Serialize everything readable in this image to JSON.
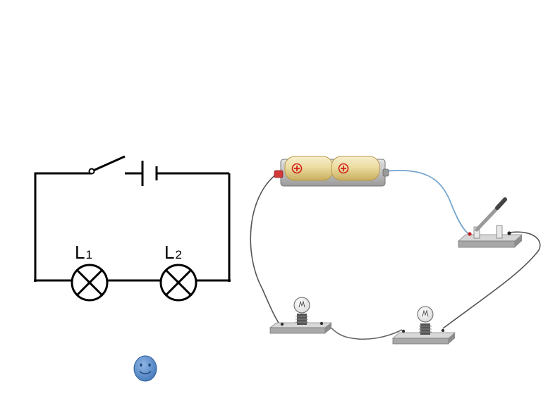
{
  "schematic": {
    "lamp1": {
      "letter": "L",
      "index": "1"
    },
    "lamp2": {
      "letter": "L",
      "index": "2"
    }
  },
  "colors": {
    "wire": "#000000",
    "schematic_line": "#000000",
    "base_gray": "#b8b8b8",
    "battery_yellow": "#ecdca0",
    "battery_plus": "#d42020",
    "smiley_blue": "#5b8fd0",
    "blue_wire": "#7aa7cf"
  },
  "icons": [
    "switch-icon",
    "battery-icon",
    "lamp-icon",
    "smiley-face-icon"
  ]
}
